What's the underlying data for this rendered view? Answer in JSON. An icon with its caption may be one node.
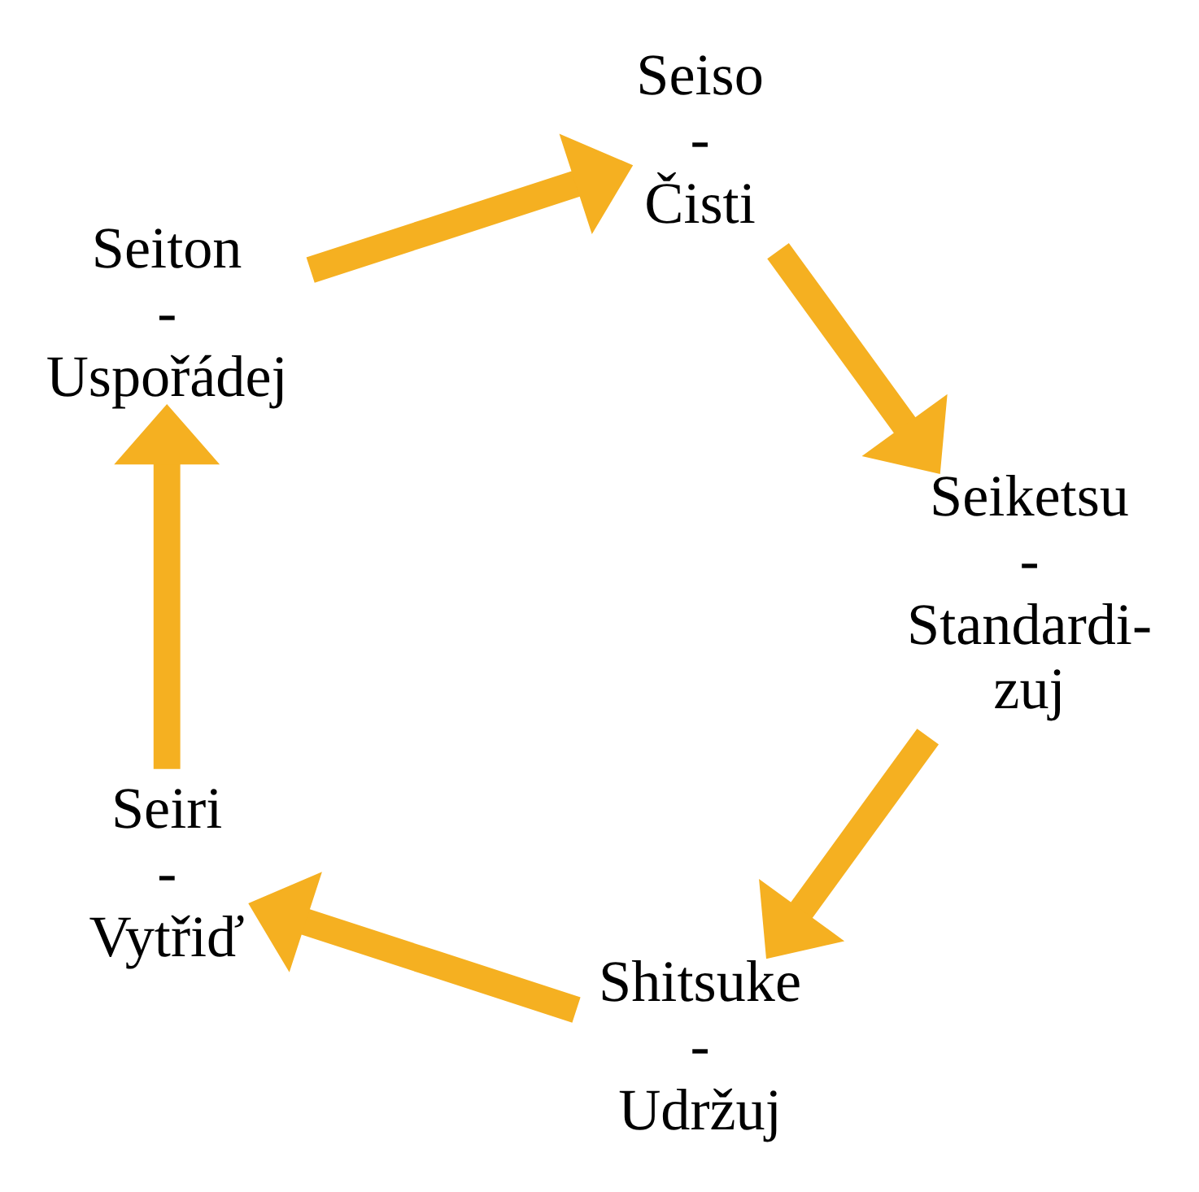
{
  "diagram": {
    "nodes": [
      {
        "text": [
          "Shitsuke - Udržuj"
        ]
      },
      {
        "text": [
          "Seiri - Vytřiď"
        ]
      },
      {
        "text": [
          "Seiton - Uspořádej"
        ]
      },
      {
        "text": [
          "Seiketsu - Standardi- zuj"
        ]
      },
      {
        "text": [
          "Seiso - Čisti"
        ]
      }
    ],
    "edges": [
      {
        "from": 0,
        "to": 1,
        "arrow": "to"
      },
      {
        "from": 1,
        "to": 2,
        "arrow": "to"
      },
      {
        "from": 2,
        "to": 4,
        "arrow": "to"
      },
      {
        "from": 4,
        "to": 3,
        "arrow": "to"
      },
      {
        "from": 3,
        "to": 0,
        "arrow": "to"
      }
    ]
  }
}
